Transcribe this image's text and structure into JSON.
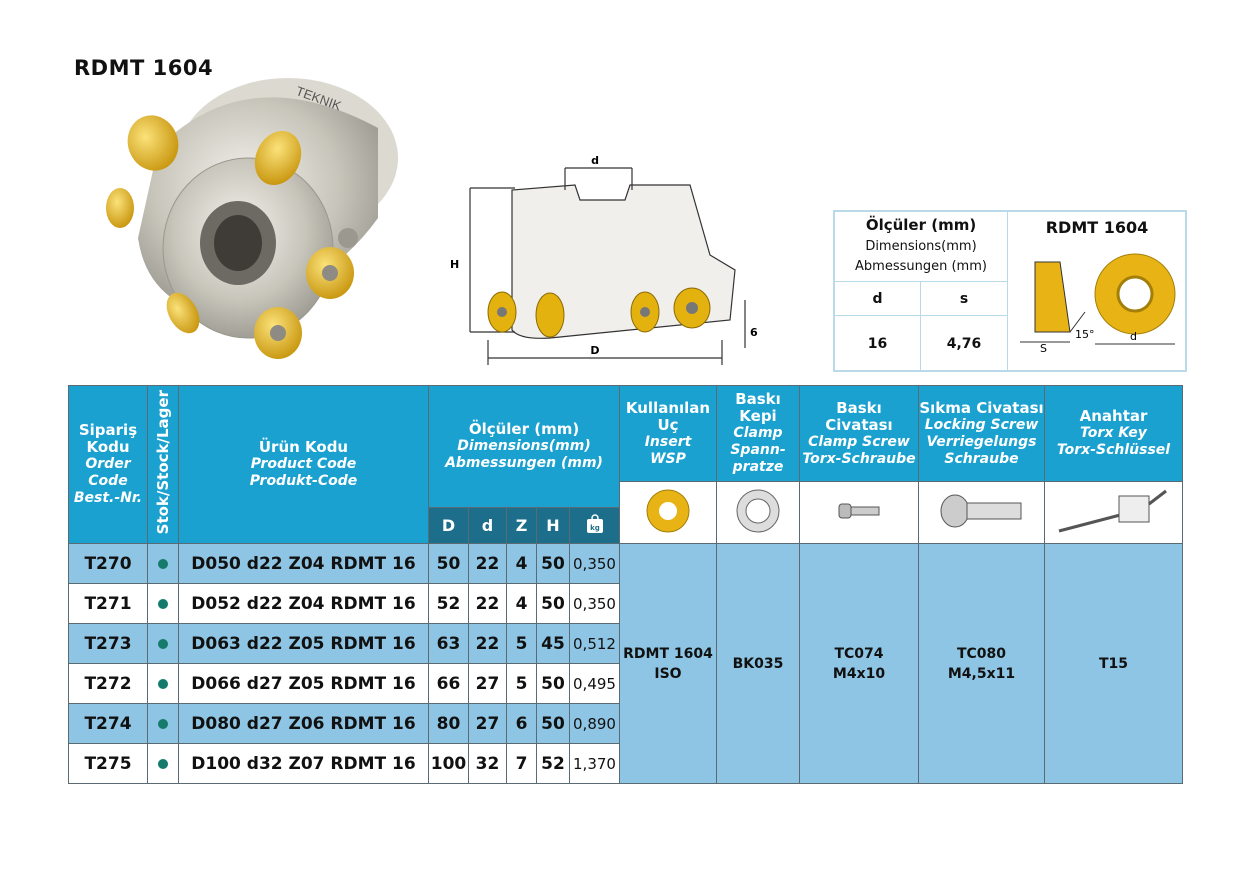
{
  "title": "RDMT 1604",
  "brand_mark": "TEKNIK",
  "drawing_labels": {
    "d": "d",
    "H": "H",
    "D": "D",
    "six": "6"
  },
  "dim_panel": {
    "header_bold": "Ölçüler (mm)",
    "header_en": "Dimensions(mm)",
    "header_de": "Abmessungen (mm)",
    "col_d": "d",
    "col_s": "s",
    "val_d": "16",
    "val_s": "4,76",
    "insert_title": "RDMT 1604",
    "angle": "15°",
    "s_label": "S",
    "d_label": "d"
  },
  "table": {
    "headers": {
      "order": {
        "tr": "Sipariş Kodu",
        "en": "Order Code",
        "de": "Best.-Nr."
      },
      "stock": "Stok/Stock/Lager",
      "product": {
        "tr": "Ürün Kodu",
        "en": "Product Code",
        "de": "Produkt-Code"
      },
      "dims": {
        "tr": "Ölçüler (mm)",
        "en": "Dimensions(mm)",
        "de": "Abmessungen (mm)"
      },
      "insert": {
        "tr1": "Kullanılan",
        "tr2": "Uç",
        "en": "Insert",
        "de": "WSP"
      },
      "clamp": {
        "tr1": "Baskı",
        "tr2": "Kepi",
        "en": "Clamp",
        "de1": "Spann-",
        "de2": "pratze"
      },
      "clamp_screw": {
        "tr": "Baskı Civatası",
        "en": "Clamp Screw",
        "de": "Torx-Schraube"
      },
      "locking_screw": {
        "tr": "Sıkma Civatası",
        "en1": "Locking Screw",
        "de1": "Verriegelungs",
        "de2": "Schraube"
      },
      "key": {
        "tr": "Anahtar",
        "en": "Torx Key",
        "de": "Torx-Schlüssel"
      },
      "sub": {
        "D": "D",
        "d": "d",
        "Z": "Z",
        "H": "H",
        "kg": "kg"
      }
    },
    "rows": [
      {
        "order": "T270",
        "product": "D050 d22 Z04 RDMT 16",
        "D": "50",
        "d": "22",
        "Z": "4",
        "H": "50",
        "kg": "0,350"
      },
      {
        "order": "T271",
        "product": "D052 d22 Z04 RDMT 16",
        "D": "52",
        "d": "22",
        "Z": "4",
        "H": "50",
        "kg": "0,350"
      },
      {
        "order": "T273",
        "product": "D063 d22 Z05 RDMT 16",
        "D": "63",
        "d": "22",
        "Z": "5",
        "H": "45",
        "kg": "0,512"
      },
      {
        "order": "T272",
        "product": "D066 d27 Z05 RDMT 16",
        "D": "66",
        "d": "27",
        "Z": "5",
        "H": "50",
        "kg": "0,495"
      },
      {
        "order": "T274",
        "product": "D080 d27 Z06 RDMT 16",
        "D": "80",
        "d": "27",
        "Z": "6",
        "H": "50",
        "kg": "0,890"
      },
      {
        "order": "T275",
        "product": "D100 d32 Z07 RDMT 16",
        "D": "100",
        "d": "32",
        "Z": "7",
        "H": "52",
        "kg": "1,370"
      }
    ],
    "parts": {
      "insert1": "RDMT 1604",
      "insert2": "ISO",
      "clamp": "BK035",
      "clamp_screw1": "TC074",
      "clamp_screw2": "M4x10",
      "locking_screw1": "TC080",
      "locking_screw2": "M4,5x11",
      "key": "T15"
    },
    "colors": {
      "header_blue": "#1aa1cf",
      "header_dark": "#1d6e8a",
      "row_light": "#8ec5e4",
      "stock_dot": "#157a6b",
      "insert_gold": "#e8b415"
    }
  }
}
